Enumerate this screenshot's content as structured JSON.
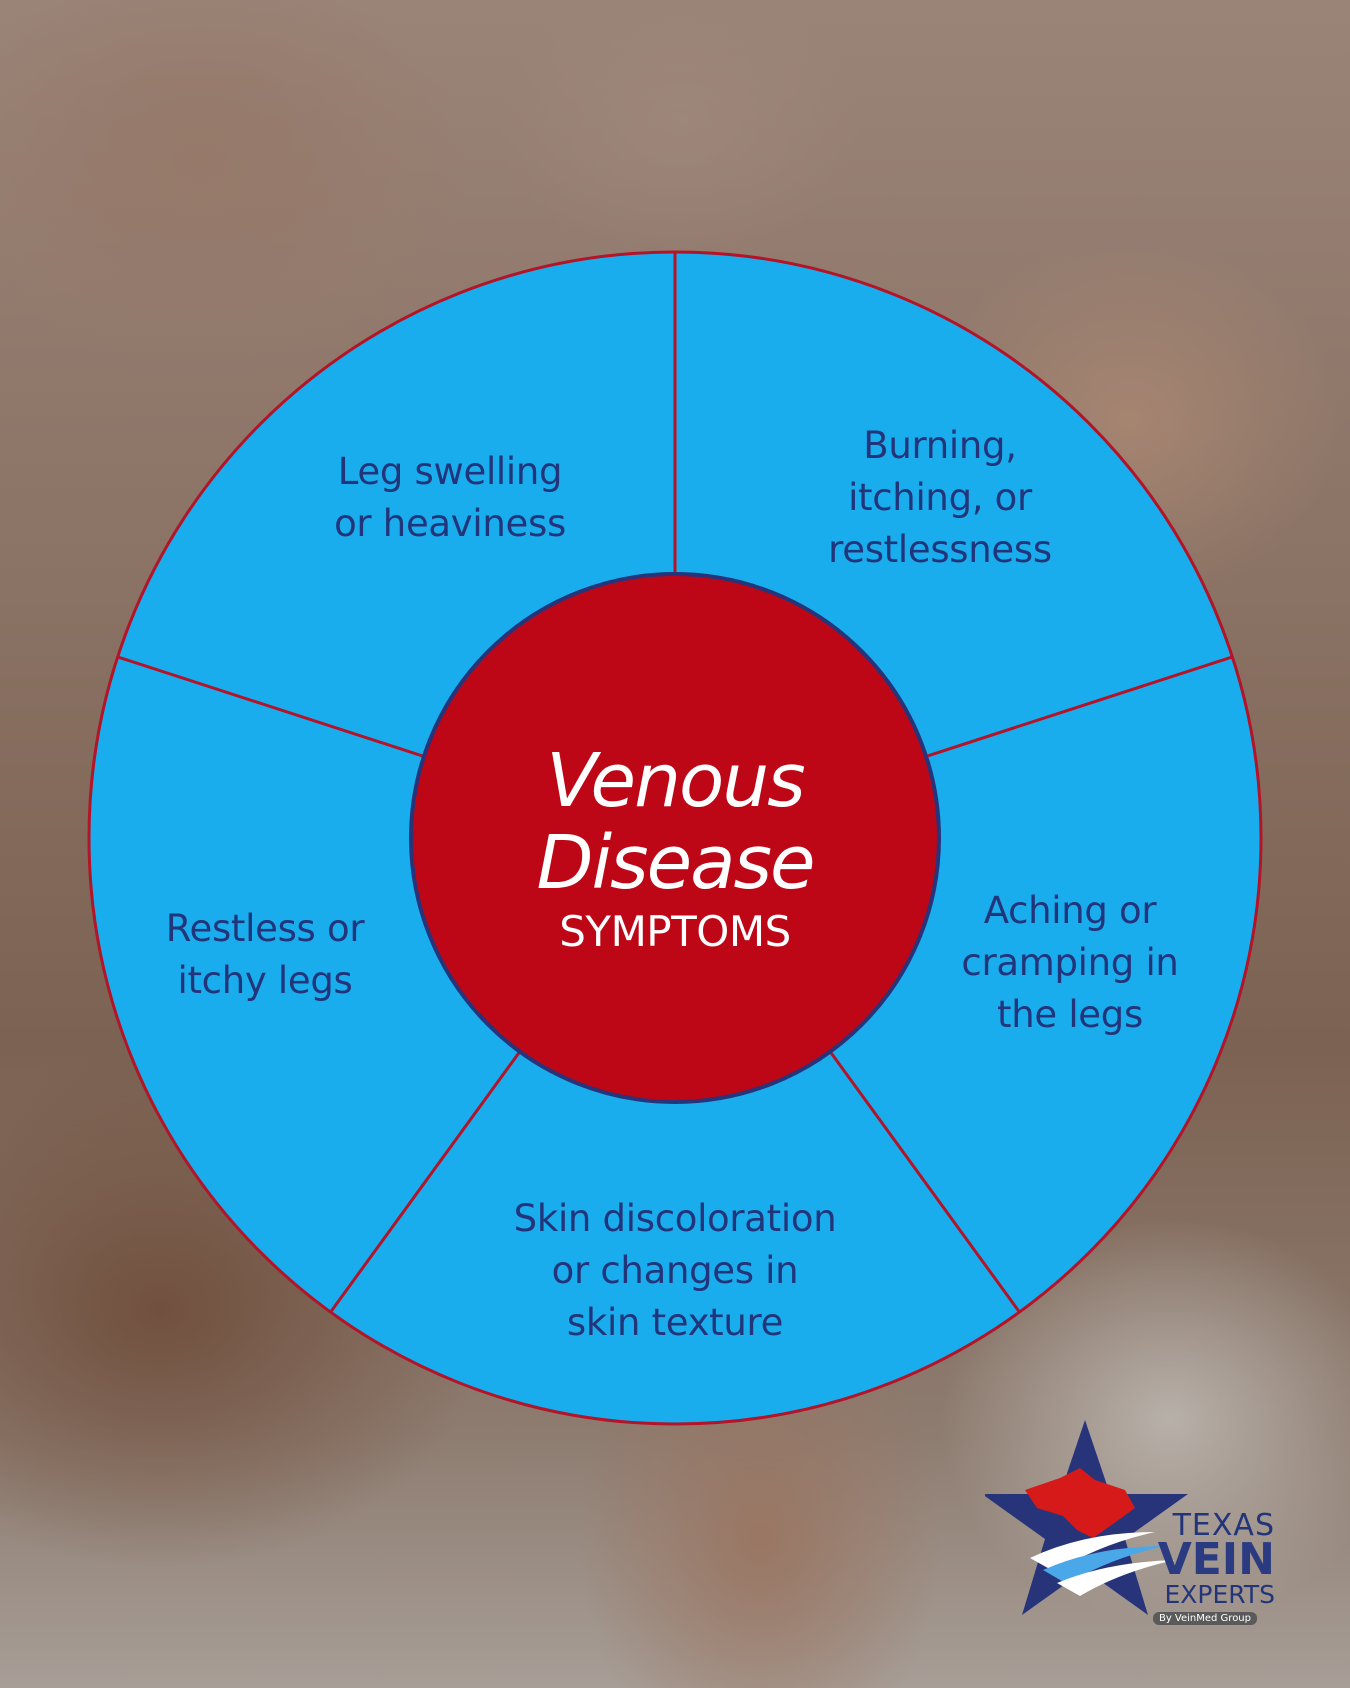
{
  "colors": {
    "segment_fill": "#1aaded",
    "segment_stroke": "#b31428",
    "center_fill": "#bd0716",
    "center_stroke": "#27347a",
    "segment_text": "#23357a",
    "center_text": "#ffffff"
  },
  "center": {
    "title": "Venous\nDisease",
    "subtitle": "SYMPTOMS"
  },
  "segments": [
    {
      "label": "Leg swelling\nor heaviness"
    },
    {
      "label": "Burning,\nitching, or\nrestlessness"
    },
    {
      "label": "Aching or\ncramping in\nthe legs"
    },
    {
      "label": "Skin discoloration\nor changes in\nskin texture"
    },
    {
      "label": "Restless or\nitchy legs"
    }
  ],
  "logo": {
    "line1": "TEXAS",
    "line2": "VEIN",
    "line3": "EXPERTS",
    "byline": "By VeinMed Group"
  }
}
